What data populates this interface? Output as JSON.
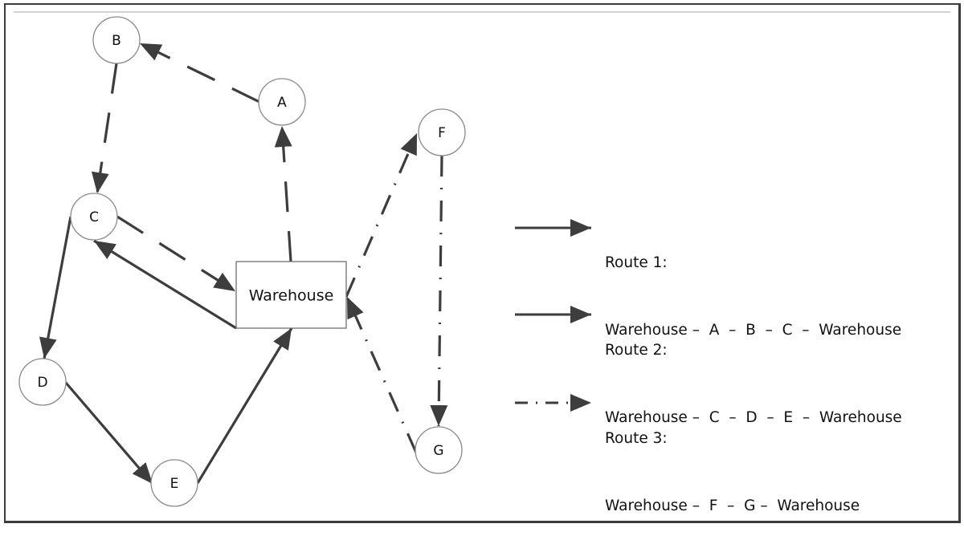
{
  "diagram": {
    "type": "vehicle-routing-network",
    "depot": {
      "id": "warehouse",
      "label": "Warehouse"
    },
    "nodes": [
      {
        "id": "A",
        "label": "A"
      },
      {
        "id": "B",
        "label": "B"
      },
      {
        "id": "C",
        "label": "C"
      },
      {
        "id": "D",
        "label": "D"
      },
      {
        "id": "E",
        "label": "E"
      },
      {
        "id": "F",
        "label": "F"
      },
      {
        "id": "G",
        "label": "G"
      }
    ],
    "edges": [
      {
        "route": 1,
        "from": "warehouse",
        "to": "A",
        "style": "dashed"
      },
      {
        "route": 1,
        "from": "A",
        "to": "B",
        "style": "dashed"
      },
      {
        "route": 1,
        "from": "B",
        "to": "C",
        "style": "dashed"
      },
      {
        "route": 1,
        "from": "C",
        "to": "warehouse",
        "style": "dashed"
      },
      {
        "route": 2,
        "from": "warehouse",
        "to": "C",
        "style": "solid"
      },
      {
        "route": 2,
        "from": "C",
        "to": "D",
        "style": "solid"
      },
      {
        "route": 2,
        "from": "D",
        "to": "E",
        "style": "solid"
      },
      {
        "route": 2,
        "from": "E",
        "to": "warehouse",
        "style": "solid"
      },
      {
        "route": 3,
        "from": "warehouse",
        "to": "F",
        "style": "dash-dot"
      },
      {
        "route": 3,
        "from": "F",
        "to": "G",
        "style": "dash-dot"
      },
      {
        "route": 3,
        "from": "G",
        "to": "warehouse",
        "style": "dash-dot"
      }
    ],
    "colors": {
      "edge": "#3d3d3d",
      "node_border": "#8a8a8a",
      "frame": "#3c3c3c"
    }
  },
  "legend": [
    {
      "title": "Route 1:",
      "path": "Warehouse –  A  –  B  –  C  –  Warehouse",
      "style": "dashed"
    },
    {
      "title": "Route 2:",
      "path": "Warehouse –  C  –  D  –  E  –  Warehouse",
      "style": "solid"
    },
    {
      "title": "Route 3:",
      "path": "Warehouse –  F  –  G –  Warehouse",
      "style": "dash-dot"
    }
  ]
}
